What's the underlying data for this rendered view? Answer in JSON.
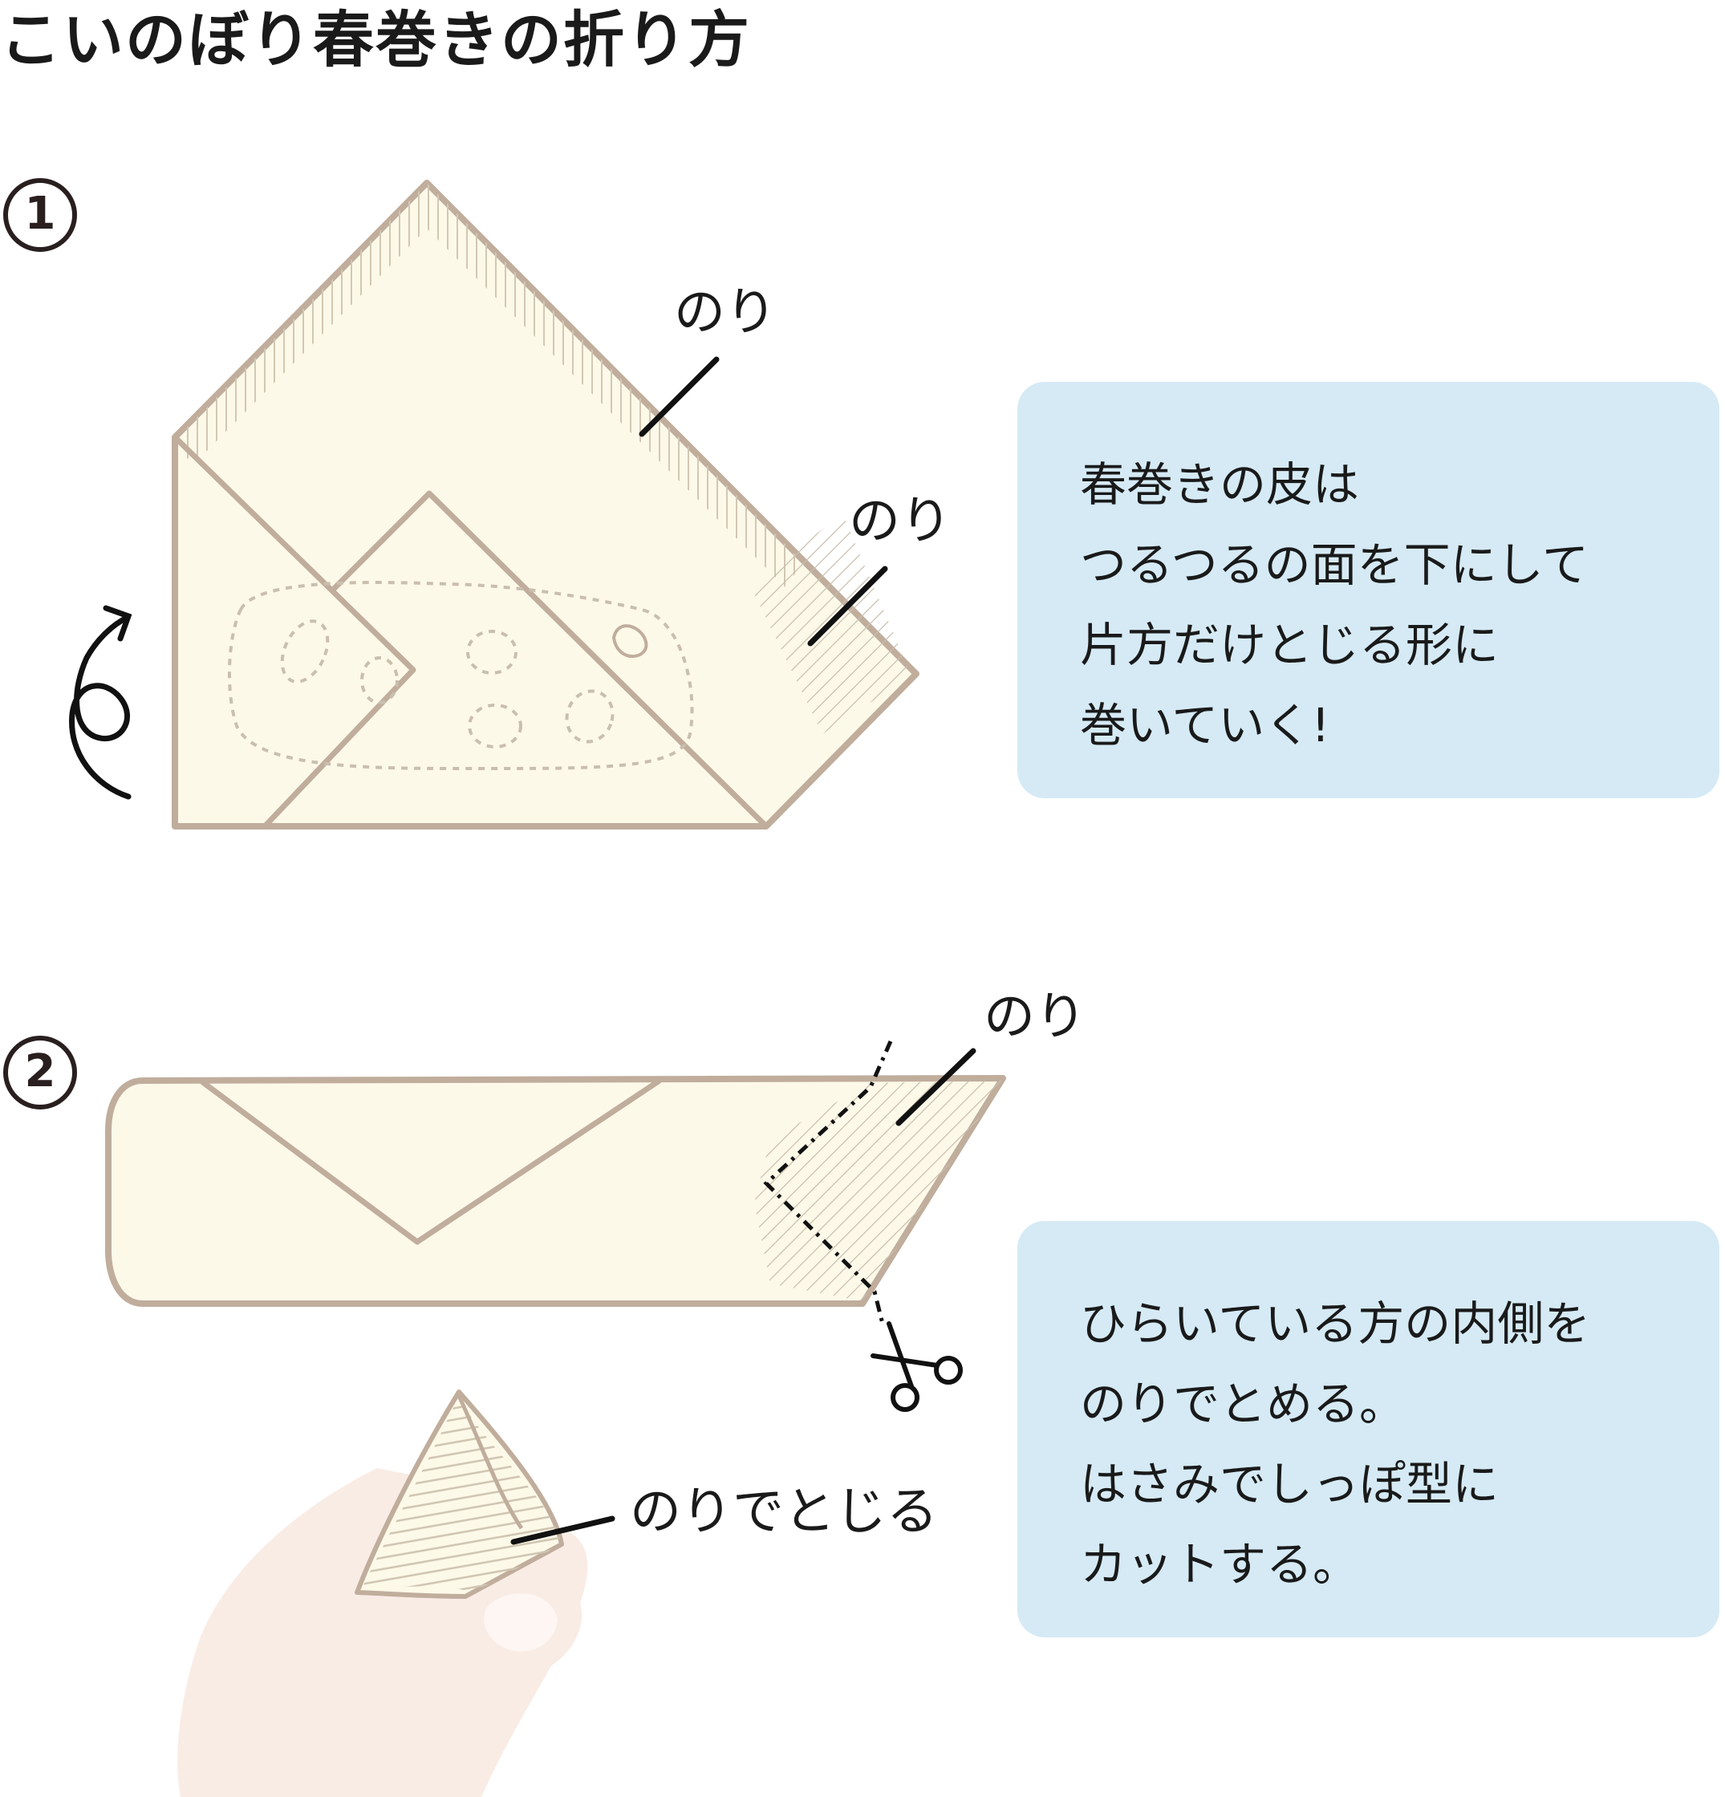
{
  "title": "こいのぼり春巻きの折り方",
  "steps": [
    {
      "number": "1",
      "glue_labels": [
        "のり",
        "のり"
      ],
      "instructions": [
        "春巻きの皮は",
        "つるつるの面を下にして",
        "片方だけとじる形に",
        "巻いていく!"
      ]
    },
    {
      "number": "2",
      "glue_label": "のり",
      "close_label": "のりでとじる",
      "instructions": [
        "ひらいている方の内側を",
        "のりでとめる。",
        "はさみでしっぽ型に",
        "カットする。"
      ]
    }
  ],
  "colors": {
    "wrapper_fill": "#fdf9e9",
    "wrapper_outline": "#c0ad9c",
    "glue_hatch": "#d2c7b3",
    "callout_bg": "#d5eaf5",
    "hand": "#f9ece5",
    "ink": "#1a1a1a"
  },
  "icons": [
    "roll-arrow-icon",
    "scissors-icon"
  ]
}
